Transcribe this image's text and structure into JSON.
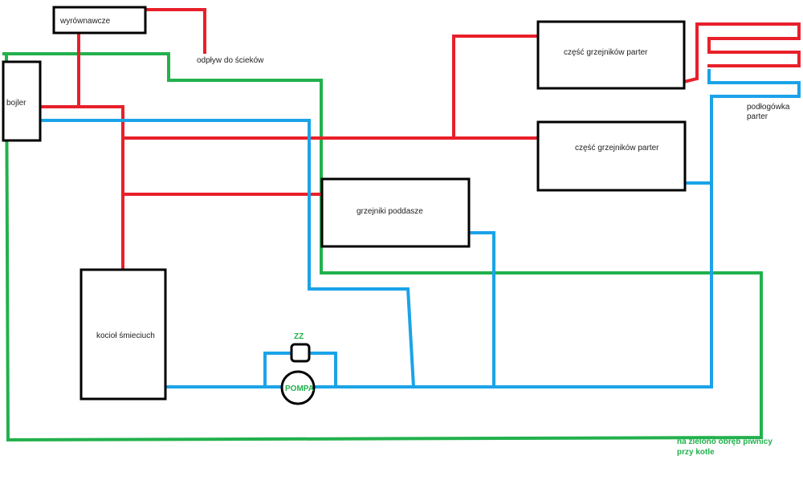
{
  "diagram": {
    "nodes": {
      "expansion_tank": "wyrównawcze",
      "boiler": "bojler",
      "stove": "kocioł śmieciuch",
      "attic_radiators": "grzejniki poddasze",
      "ground_radiators_1": "część grzejników parter",
      "ground_radiators_2": "część grzejników parter",
      "pump": "POMPA",
      "valve": "ZZ"
    },
    "labels": {
      "drain": "odpływ do ścieków",
      "floor_heating_line1": "podłogówka",
      "floor_heating_line2": "parter",
      "green_note_line1": "na zielono obręb piwnicy",
      "green_note_line2": "przy kotle"
    },
    "colors": {
      "supply": "#e8202a",
      "return": "#1aa3e8",
      "basement": "#22b14c"
    }
  }
}
